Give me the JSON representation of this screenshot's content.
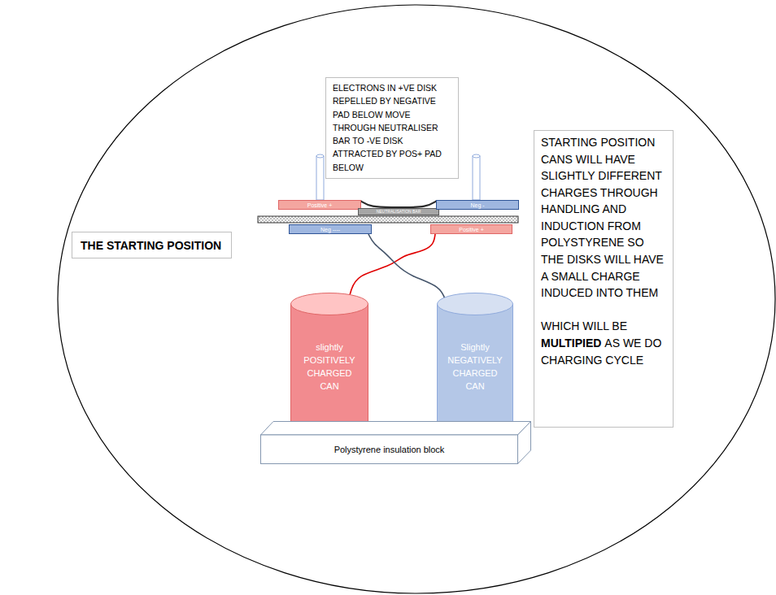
{
  "diagram": {
    "nodes": [
      {
        "text": [
          "THE STARTING POSITION"
        ]
      },
      {
        "text": [
          "ELECTRONS IN +VE DISK REPELLED BY NEGATIVE PAD BELOW MOVE THROUGH NEUTRALISER BAR TO -VE DISK ATTRACTED BY POS+ PAD BELOW"
        ]
      },
      {
        "text": [
          "Positive +"
        ]
      },
      {
        "text": [
          "NEUTRALISATION BAR"
        ]
      },
      {
        "text": [
          "Neg -"
        ]
      },
      {
        "text": [
          "Neg ----"
        ]
      },
      {
        "text": [
          "Positive +"
        ]
      },
      {
        "text": [
          "STARTING POSITION CANS WILL HAVE SLIGHTLY DIFFERENT CHARGES THROUGH HANDLING AND INDUCTION FROM POLYSTYRENE SO THE DISKS WILL HAVE A SMALL CHARGE INDUCED INTO THEM",
          "WHICH WILL BE",
          "MULTIPIED",
          "AS WE DO CHARGING CYCLE"
        ]
      },
      {
        "text": [
          "slightly POSITIVELY CHARGED CAN"
        ]
      },
      {
        "text": [
          "Slightly NEGATIVELY CHARGED CAN"
        ]
      },
      {
        "text": [
          "Polystyrene insulation block"
        ]
      }
    ],
    "edges": [
      {
        "from": 2,
        "to": 4,
        "arrow": "none"
      },
      {
        "from": 6,
        "to": 8,
        "arrow": "none"
      },
      {
        "from": 5,
        "to": 9,
        "arrow": "none"
      }
    ]
  }
}
